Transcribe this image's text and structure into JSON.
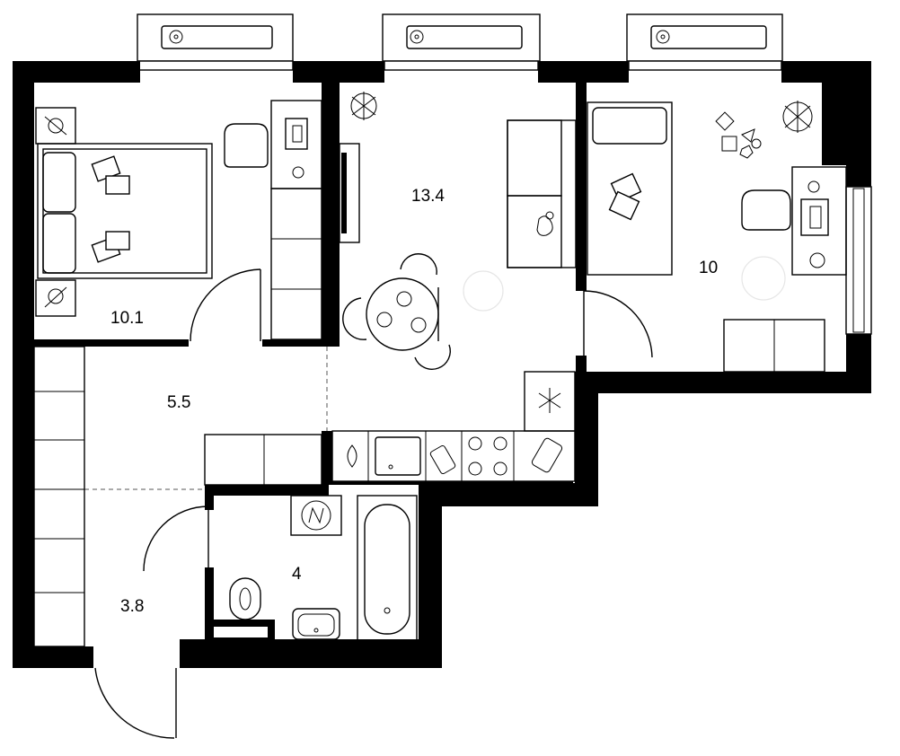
{
  "rooms": [
    {
      "id": "bedroom-1",
      "area": "10.1"
    },
    {
      "id": "living-kitchen",
      "area": "13.4"
    },
    {
      "id": "bedroom-2",
      "area": "10"
    },
    {
      "id": "corridor",
      "area": "5.5"
    },
    {
      "id": "entrance-hall",
      "area": "3.8"
    },
    {
      "id": "bathroom",
      "area": "4"
    }
  ],
  "colors": {
    "wall": "#000000",
    "background": "#ffffff",
    "line": "#000000"
  },
  "icons": [
    "ac-unit-icon",
    "fan-icon",
    "plant-icon",
    "cat-icon",
    "snowflake-icon",
    "stove-burner-icon",
    "toilet-icon",
    "bathtub-icon",
    "sink-icon",
    "boiler-icon"
  ]
}
